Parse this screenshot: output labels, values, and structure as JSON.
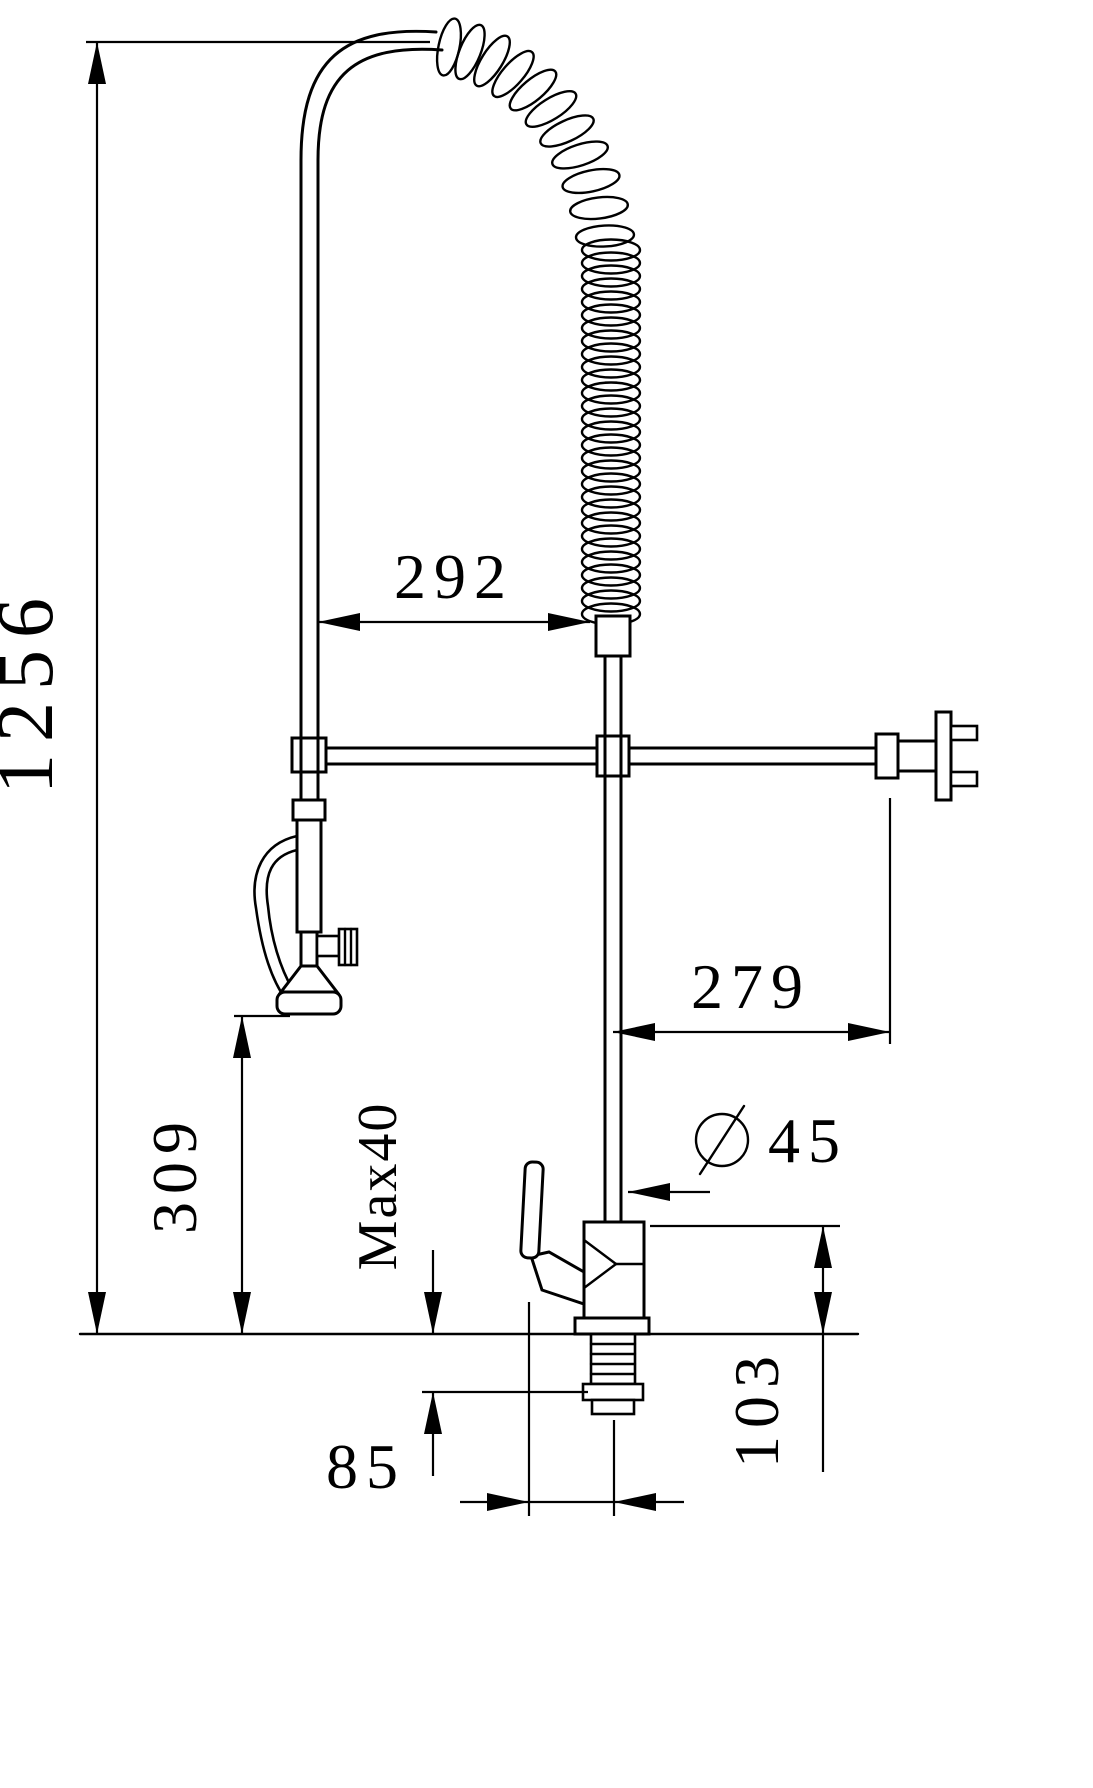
{
  "dimensions": {
    "overall_height": "1256",
    "spout_offset": "292",
    "wall_bracket_offset": "279",
    "spray_head_clearance": "309",
    "max_deck_thickness": "Max40",
    "base_diameter": "45",
    "body_height": "103",
    "handle_offset": "85"
  }
}
